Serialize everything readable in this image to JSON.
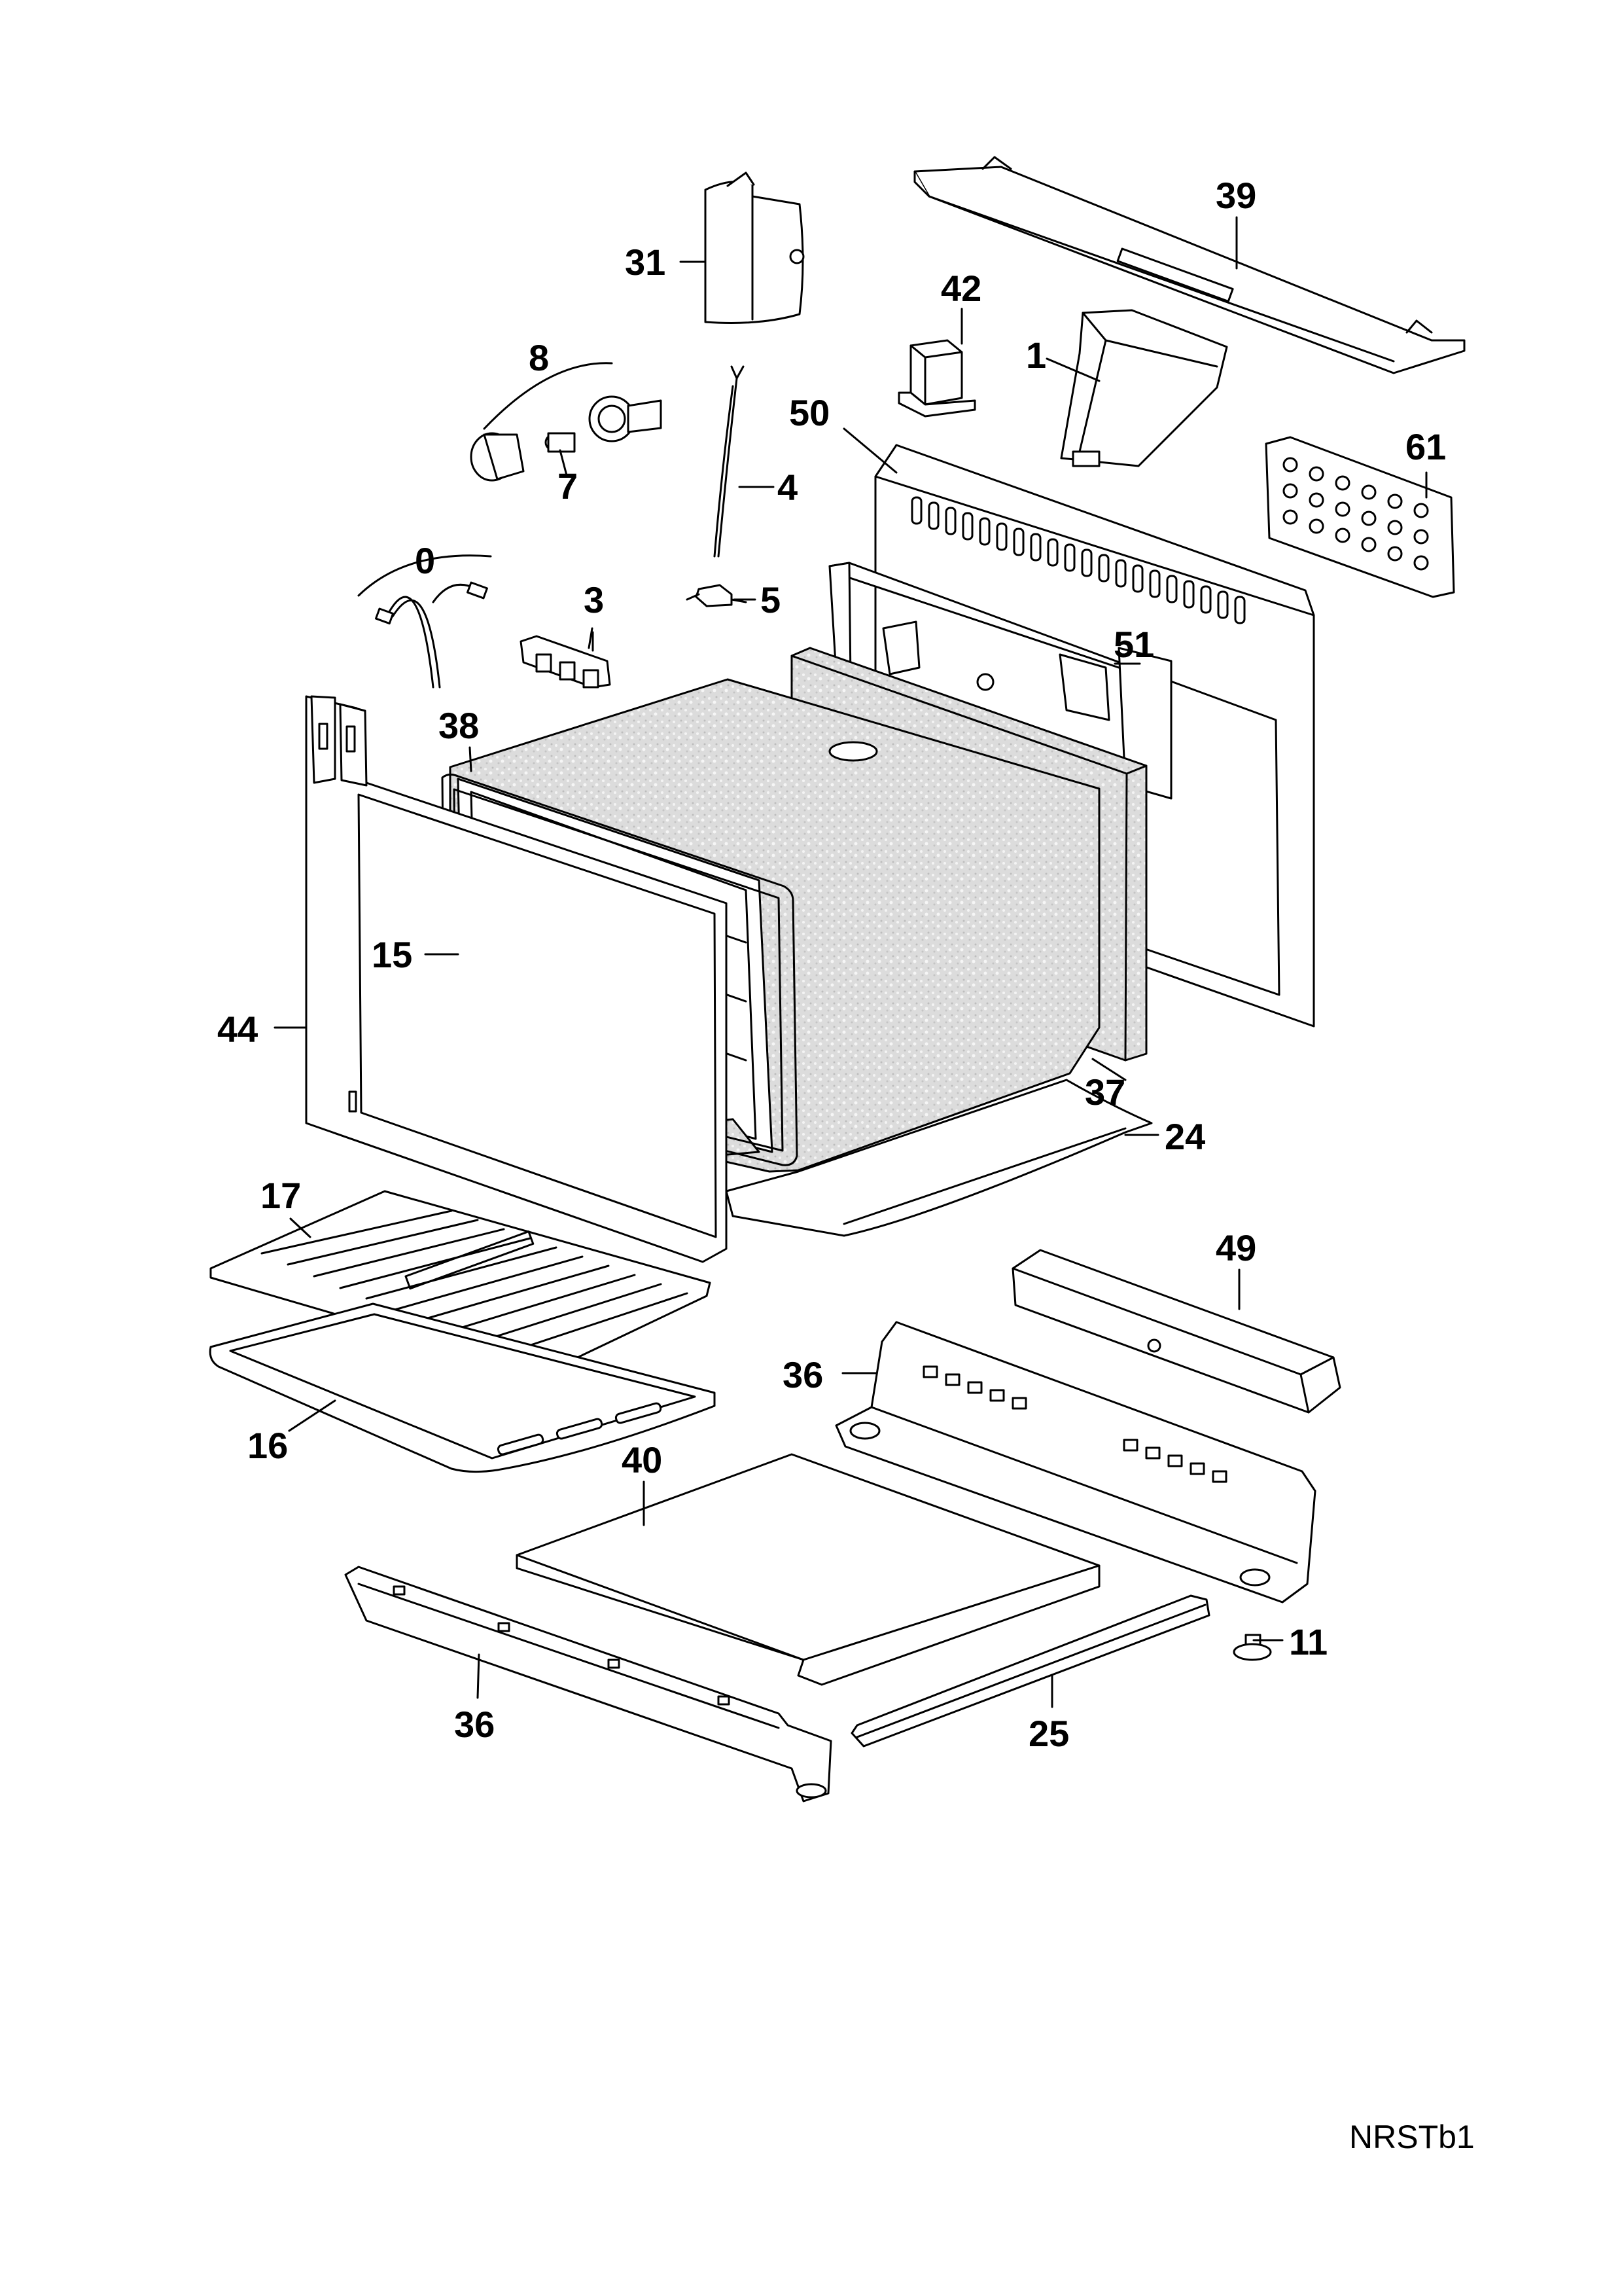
{
  "diagram": {
    "code": "NRSTb1",
    "line_color": "#000000",
    "fill_color": "#ffffff",
    "shade_color": "#d9d9d9",
    "callouts": [
      "31",
      "39",
      "42",
      "8",
      "1",
      "50",
      "61",
      "7",
      "4",
      "0",
      "3",
      "5",
      "51",
      "38",
      "15",
      "44",
      "37",
      "24",
      "17",
      "49",
      "36",
      "16",
      "40",
      "11",
      "25",
      "36"
    ]
  }
}
